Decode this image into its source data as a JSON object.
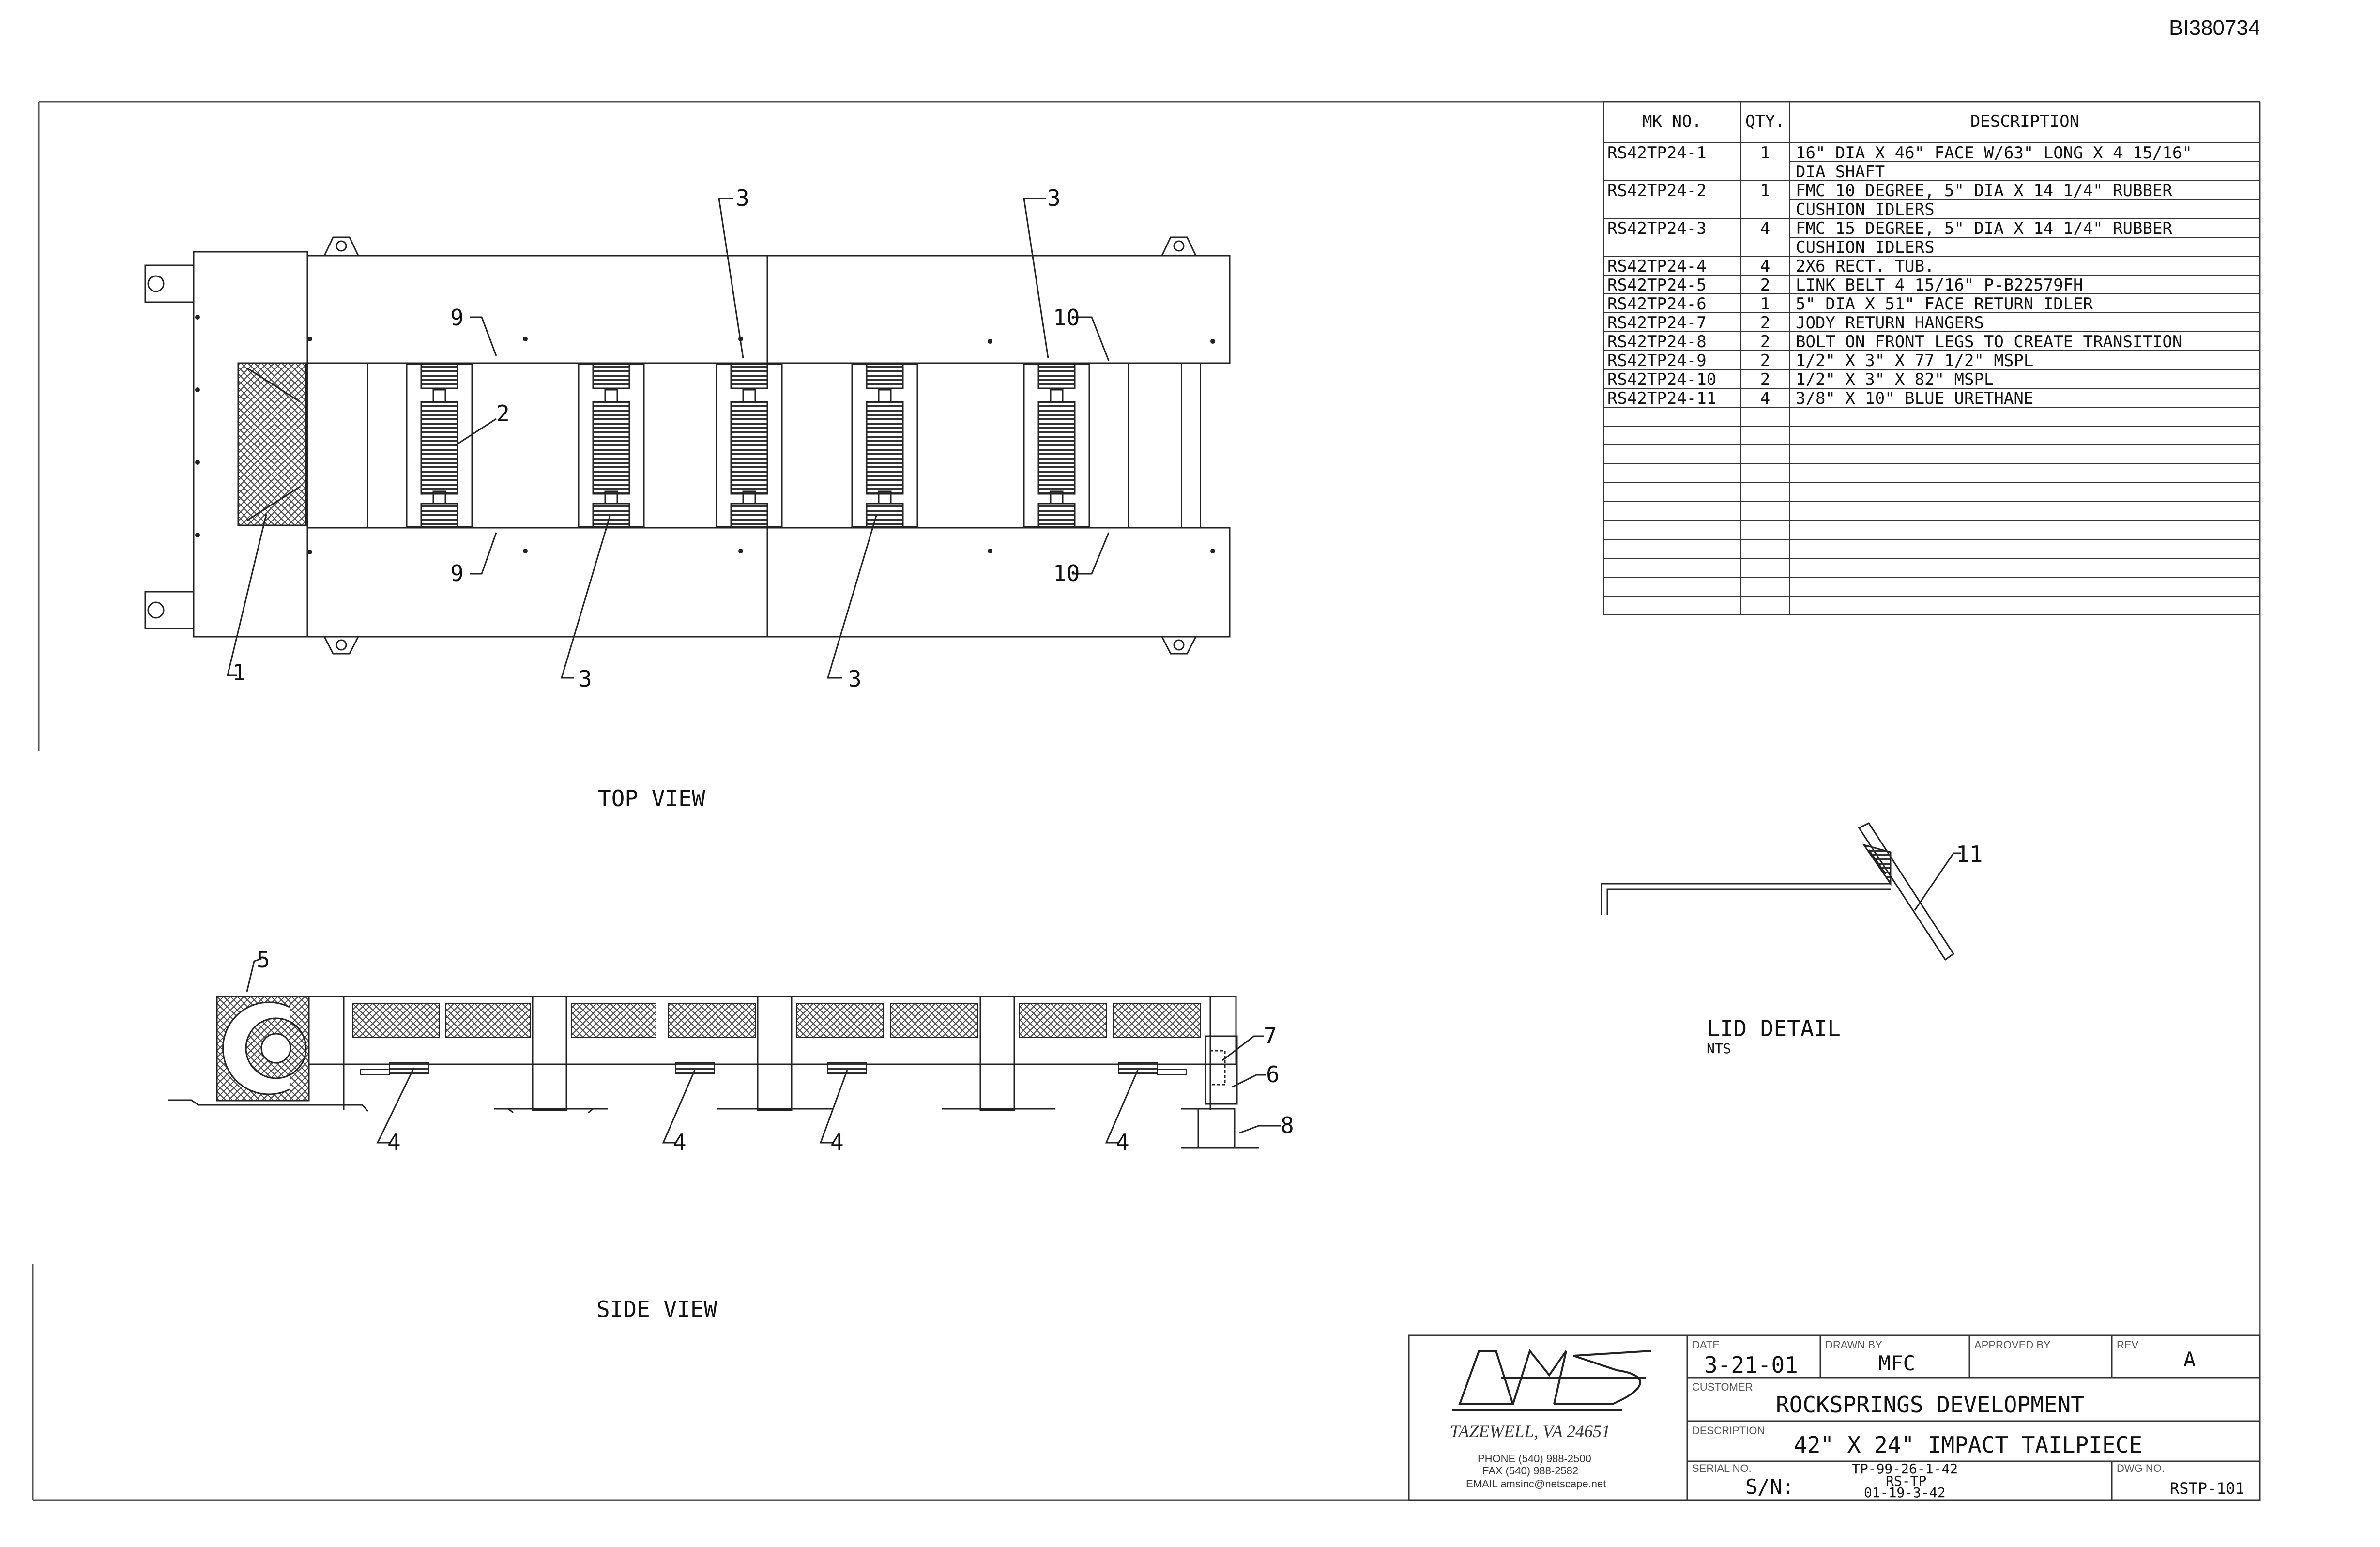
{
  "doc_id": "BI380734",
  "views": {
    "top_view": "TOP VIEW",
    "side_view": "SIDE VIEW",
    "lid_detail": "LID DETAIL",
    "lid_detail_scale": "NTS"
  },
  "callouts": {
    "top": [
      "3",
      "3",
      "9",
      "2",
      "10",
      "9",
      "10",
      "1",
      "3",
      "3"
    ],
    "side": [
      "5",
      "7",
      "6",
      "8",
      "4",
      "4",
      "4",
      "4"
    ],
    "lid": "11"
  },
  "bom": {
    "headers": [
      "MK NO.",
      "QTY.",
      "DESCRIPTION"
    ],
    "rows": [
      {
        "mk": "RS42TP24-1",
        "qty": "1",
        "desc": [
          "16\" DIA X 46\" FACE W/63\" LONG X 4 15/16\"",
          "DIA SHAFT"
        ]
      },
      {
        "mk": "RS42TP24-2",
        "qty": "1",
        "desc": [
          "FMC 10 DEGREE, 5\" DIA X 14 1/4\" RUBBER",
          "CUSHION IDLERS"
        ]
      },
      {
        "mk": "RS42TP24-3",
        "qty": "4",
        "desc": [
          "FMC 15 DEGREE, 5\" DIA X 14 1/4\" RUBBER",
          "CUSHION IDLERS"
        ]
      },
      {
        "mk": "RS42TP24-4",
        "qty": "4",
        "desc": [
          "2X6 RECT. TUB."
        ]
      },
      {
        "mk": "RS42TP24-5",
        "qty": "2",
        "desc": [
          "LINK BELT 4 15/16\"  P-B22579FH"
        ]
      },
      {
        "mk": "RS42TP24-6",
        "qty": "1",
        "desc": [
          "5\" DIA X 51\" FACE RETURN IDLER"
        ]
      },
      {
        "mk": "RS42TP24-7",
        "qty": "2",
        "desc": [
          "JODY RETURN HANGERS"
        ]
      },
      {
        "mk": "RS42TP24-8",
        "qty": "2",
        "desc": [
          "BOLT ON FRONT LEGS TO CREATE TRANSITION"
        ]
      },
      {
        "mk": "RS42TP24-9",
        "qty": "2",
        "desc": [
          "1/2\" X 3\" X 77 1/2\" MSPL"
        ]
      },
      {
        "mk": "RS42TP24-10",
        "qty": "2",
        "desc": [
          "1/2\" X 3\" X 82\" MSPL"
        ]
      },
      {
        "mk": "RS42TP24-11",
        "qty": "4",
        "desc": [
          "3/8\" X 10\" BLUE URETHANE"
        ]
      }
    ],
    "empty_rows": 11
  },
  "title_block": {
    "logo_text": "AMS",
    "city": "TAZEWELL, VA 24651",
    "phone": "PHONE (540) 988-2500",
    "fax": "FAX (540) 988-2582",
    "email": "EMAIL amsinc@netscape.net",
    "date_label": "DATE",
    "date": "3-21-01",
    "drawn_label": "DRAWN BY",
    "drawn": "MFC",
    "approved_label": "APPROVED BY",
    "approved": "",
    "rev_label": "REV",
    "rev": "A",
    "customer_label": "CUSTOMER",
    "customer": "ROCKSPRINGS DEVELOPMENT",
    "description_label": "DESCRIPTION",
    "description": "42\" X 24\"  IMPACT TAILPIECE",
    "serial_label": "SERIAL NO.",
    "serial": "S/N:",
    "serial_codes": [
      "TP-99-26-1-42",
      "RS-TP",
      "01-19-3-42"
    ],
    "dwg_label": "DWG NO.",
    "dwg": "RSTP-101"
  }
}
